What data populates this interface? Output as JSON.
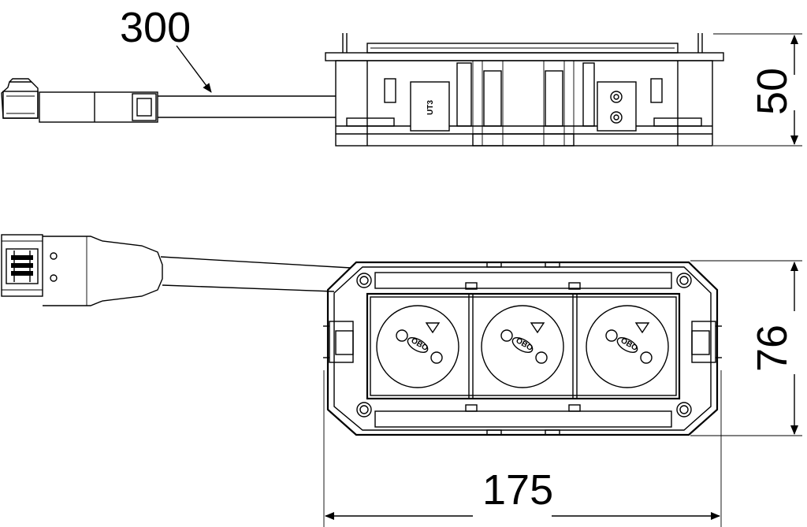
{
  "dimensions": {
    "cable_length": "300",
    "height": "50",
    "depth": "76",
    "width": "175"
  },
  "labels": {
    "module_code": "UT3",
    "socket_mark": "OBO"
  },
  "colors": {
    "line": "#000000",
    "background": "#ffffff"
  }
}
